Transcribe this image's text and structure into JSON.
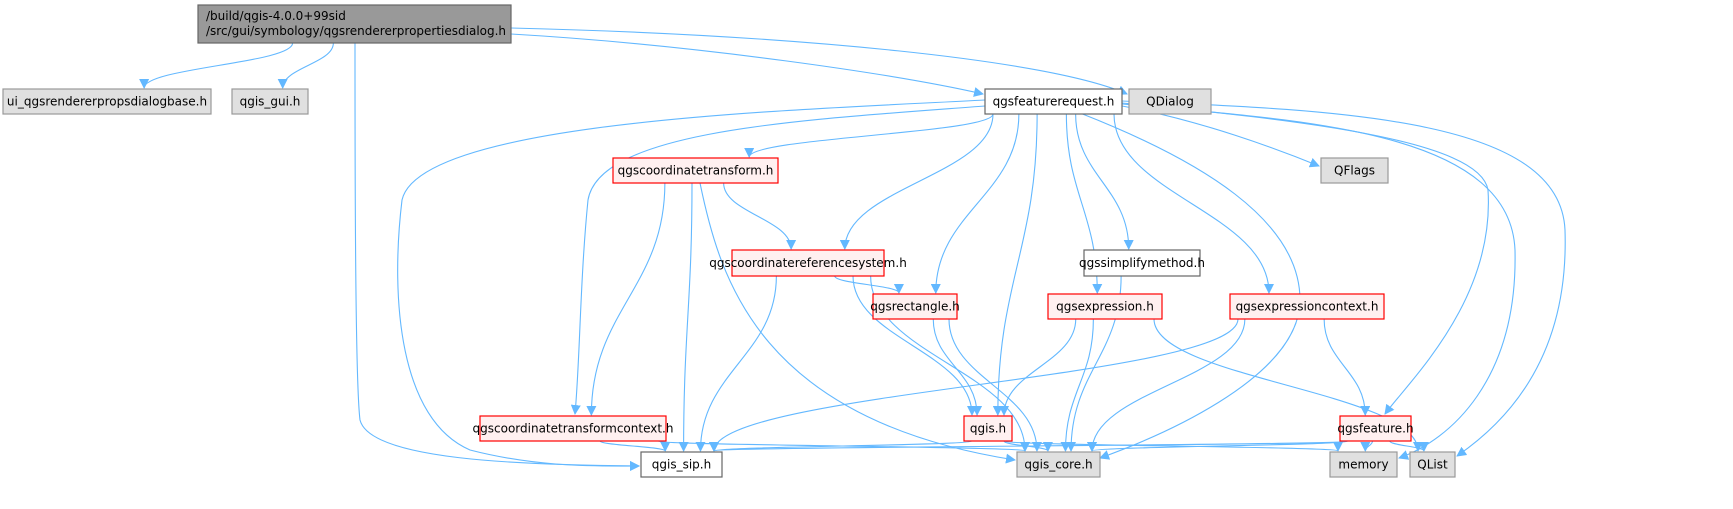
{
  "graph": {
    "type": "include-dependency-graph",
    "edge_color": "#63b8ff",
    "styles": {
      "root": {
        "fill": "#999999",
        "stroke": "#666666"
      },
      "external": {
        "fill": "#e0e0e0",
        "stroke": "#999999"
      },
      "plain": {
        "fill": "#ffffff",
        "stroke": "#666666"
      },
      "truncated": {
        "fill": "#fff0f0",
        "stroke": "#ff0000"
      }
    },
    "nodes": [
      {
        "id": "main",
        "label": [
          "/build/qgis-4.0.0+99sid",
          "/src/gui/symbology/qgsrendererpropertiesdialog.h"
        ],
        "style": "root"
      },
      {
        "id": "ui",
        "label": [
          "ui_qgsrendererpropsdialogbase.h"
        ],
        "style": "external"
      },
      {
        "id": "qgis_gui",
        "label": [
          "qgis_gui.h"
        ],
        "style": "external"
      },
      {
        "id": "qfr",
        "label": [
          "qgsfeaturerequest.h"
        ],
        "style": "plain"
      },
      {
        "id": "qdialog",
        "label": [
          "QDialog"
        ],
        "style": "external"
      },
      {
        "id": "qct",
        "label": [
          "qgscoordinatetransform.h"
        ],
        "style": "truncated"
      },
      {
        "id": "qflags",
        "label": [
          "QFlags"
        ],
        "style": "external"
      },
      {
        "id": "crs",
        "label": [
          "qgscoordinatereferencesystem.h"
        ],
        "style": "truncated"
      },
      {
        "id": "simp",
        "label": [
          "qgssimplifymethod.h"
        ],
        "style": "plain"
      },
      {
        "id": "rect",
        "label": [
          "qgsrectangle.h"
        ],
        "style": "truncated"
      },
      {
        "id": "expr",
        "label": [
          "qgsexpression.h"
        ],
        "style": "truncated"
      },
      {
        "id": "exprctx",
        "label": [
          "qgsexpressioncontext.h"
        ],
        "style": "truncated"
      },
      {
        "id": "ctc",
        "label": [
          "qgscoordinatetransformcontext.h"
        ],
        "style": "truncated"
      },
      {
        "id": "qgis",
        "label": [
          "qgis.h"
        ],
        "style": "truncated"
      },
      {
        "id": "feat",
        "label": [
          "qgsfeature.h"
        ],
        "style": "truncated"
      },
      {
        "id": "sip",
        "label": [
          "qgis_sip.h"
        ],
        "style": "plain"
      },
      {
        "id": "core",
        "label": [
          "qgis_core.h"
        ],
        "style": "external"
      },
      {
        "id": "memory",
        "label": [
          "memory"
        ],
        "style": "external"
      },
      {
        "id": "qlist",
        "label": [
          "QList"
        ],
        "style": "external"
      }
    ],
    "edges": [
      [
        "main",
        "ui"
      ],
      [
        "main",
        "qgis_gui"
      ],
      [
        "main",
        "sip"
      ],
      [
        "main",
        "qfr"
      ],
      [
        "main",
        "qdialog"
      ],
      [
        "qfr",
        "qct"
      ],
      [
        "qfr",
        "crs"
      ],
      [
        "qfr",
        "rect"
      ],
      [
        "qfr",
        "qgis"
      ],
      [
        "qfr",
        "expr"
      ],
      [
        "qfr",
        "simp"
      ],
      [
        "qfr",
        "exprctx"
      ],
      [
        "qfr",
        "feat"
      ],
      [
        "qfr",
        "qflags"
      ],
      [
        "qfr",
        "memory"
      ],
      [
        "qfr",
        "qlist"
      ],
      [
        "qfr",
        "core"
      ],
      [
        "qfr",
        "sip"
      ],
      [
        "qfr",
        "ctc"
      ],
      [
        "qct",
        "crs"
      ],
      [
        "qct",
        "ctc"
      ],
      [
        "qct",
        "sip"
      ],
      [
        "qct",
        "core"
      ],
      [
        "crs",
        "rect"
      ],
      [
        "crs",
        "qgis"
      ],
      [
        "crs",
        "sip"
      ],
      [
        "crs",
        "core"
      ],
      [
        "rect",
        "qgis"
      ],
      [
        "rect",
        "core"
      ],
      [
        "expr",
        "qgis"
      ],
      [
        "expr",
        "core"
      ],
      [
        "expr",
        "qlist"
      ],
      [
        "simp",
        "core"
      ],
      [
        "exprctx",
        "feat"
      ],
      [
        "exprctx",
        "core"
      ],
      [
        "exprctx",
        "sip"
      ],
      [
        "ctc",
        "sip"
      ],
      [
        "ctc",
        "core"
      ],
      [
        "qgis",
        "sip"
      ],
      [
        "qgis",
        "core"
      ],
      [
        "qgis",
        "memory"
      ],
      [
        "feat",
        "memory"
      ],
      [
        "feat",
        "qlist"
      ],
      [
        "feat",
        "core"
      ],
      [
        "feat",
        "sip"
      ]
    ]
  }
}
